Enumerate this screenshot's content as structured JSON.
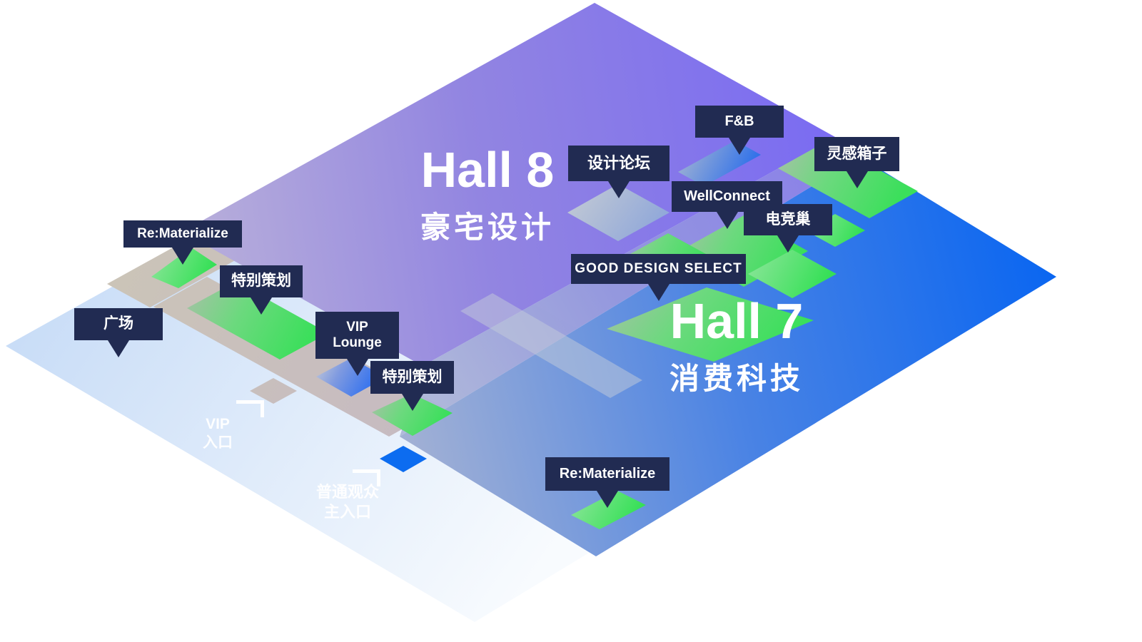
{
  "map": {
    "halls": {
      "hall8": {
        "name": "Hall 8",
        "category": "豪宅设计"
      },
      "hall7": {
        "name": "Hall 7",
        "category": "消费科技"
      }
    },
    "markers": {
      "rematerialize_h8": "Re:Materialize",
      "tebiecehua_1": "特别策划",
      "guangchang": "广场",
      "vip_lounge": "VIP Lounge",
      "tebiecehua_2": "特别策划",
      "sheji_luntan": "设计论坛",
      "fnb": "F&B",
      "wellconnect": "WellConnect",
      "dianjingchao": "电竞巢",
      "linggan_xiangzi": "灵感箱子",
      "good_design_select": "GOOD DESIGN SELECT",
      "rematerialize_h7": "Re:Materialize"
    },
    "entrances": {
      "vip": {
        "line1": "VIP",
        "line2": "入口"
      },
      "main": {
        "line1": "普通观众",
        "line2": "主入口"
      }
    },
    "colors": {
      "label_navy": "#212b52",
      "purple_from": "#b9b0da",
      "purple_mid": "#9285e1",
      "purple_to": "#7a6bf2",
      "blue_from": "#a3b1d4",
      "blue_mid": "#4a83e4",
      "blue_to": "#0a66f1",
      "wedge_from": "#8478e8",
      "wedge_mid": "#8f93dc",
      "wedge_to": "#aeb7d8",
      "plaza_from": "#c9ddf7",
      "plaza_to": "#f8fbfe",
      "tan_from": "#cbc4b8",
      "tan_to": "#c6bac2",
      "green_from": "#a9c0a8",
      "green_mid": "#6cd97e",
      "green_to": "#3bdf5b",
      "green_bright_from": "#8fe59c",
      "green_bright_to": "#35e056",
      "vip_from": "#c7ccd9",
      "vip_mid": "#7f9ae0",
      "vip_to": "#2a6df0",
      "fnb_from": "#adb9d0",
      "fnb_to": "#2e70ea",
      "forum_from": "#c6ccd4",
      "forum_to": "#92a9d9",
      "entrance_blue": "#0c6cf0"
    }
  }
}
